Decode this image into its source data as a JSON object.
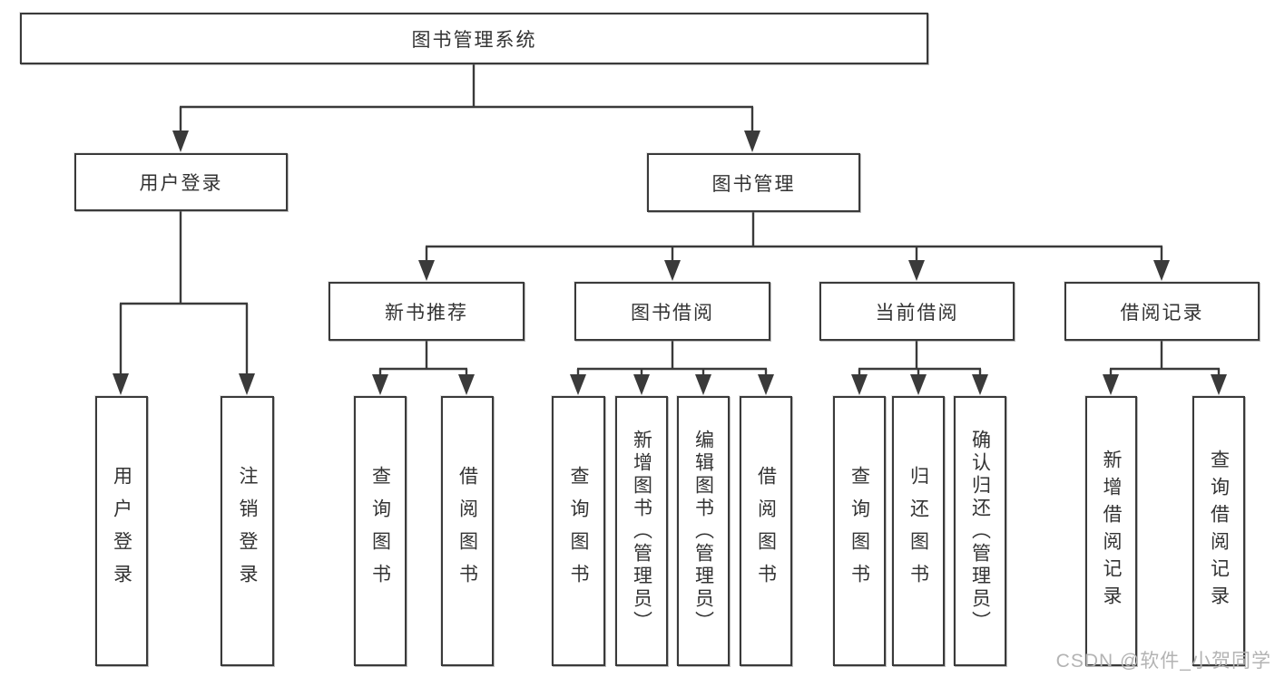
{
  "colors": {
    "line": "#3a3a3a",
    "box_border": "#3a3a3a",
    "text": "#333333",
    "background": "#ffffff",
    "watermark": "#b3b3b3"
  },
  "watermark": {
    "text": "CSDN @软件_小贺同学"
  },
  "diagram": {
    "root": {
      "label": "图书管理系统"
    },
    "branches": [
      {
        "label": "用户登录",
        "leaves": [
          {
            "label": "用户登录"
          },
          {
            "label": "注销登录"
          }
        ]
      },
      {
        "label": "图书管理",
        "modules": [
          {
            "label": "新书推荐",
            "leaves": [
              {
                "label": "查询图书"
              },
              {
                "label": "借阅图书"
              }
            ]
          },
          {
            "label": "图书借阅",
            "leaves": [
              {
                "label": "查询图书"
              },
              {
                "label": "新增图书（管理员）"
              },
              {
                "label": "编辑图书（管理员）"
              },
              {
                "label": "借阅图书"
              }
            ]
          },
          {
            "label": "当前借阅",
            "leaves": [
              {
                "label": "查询图书"
              },
              {
                "label": "归还图书"
              },
              {
                "label": "确认归还（管理员）"
              }
            ]
          },
          {
            "label": "借阅记录",
            "leaves": [
              {
                "label": "新增借阅记录"
              },
              {
                "label": "查询借阅记录"
              }
            ]
          }
        ]
      }
    ]
  }
}
